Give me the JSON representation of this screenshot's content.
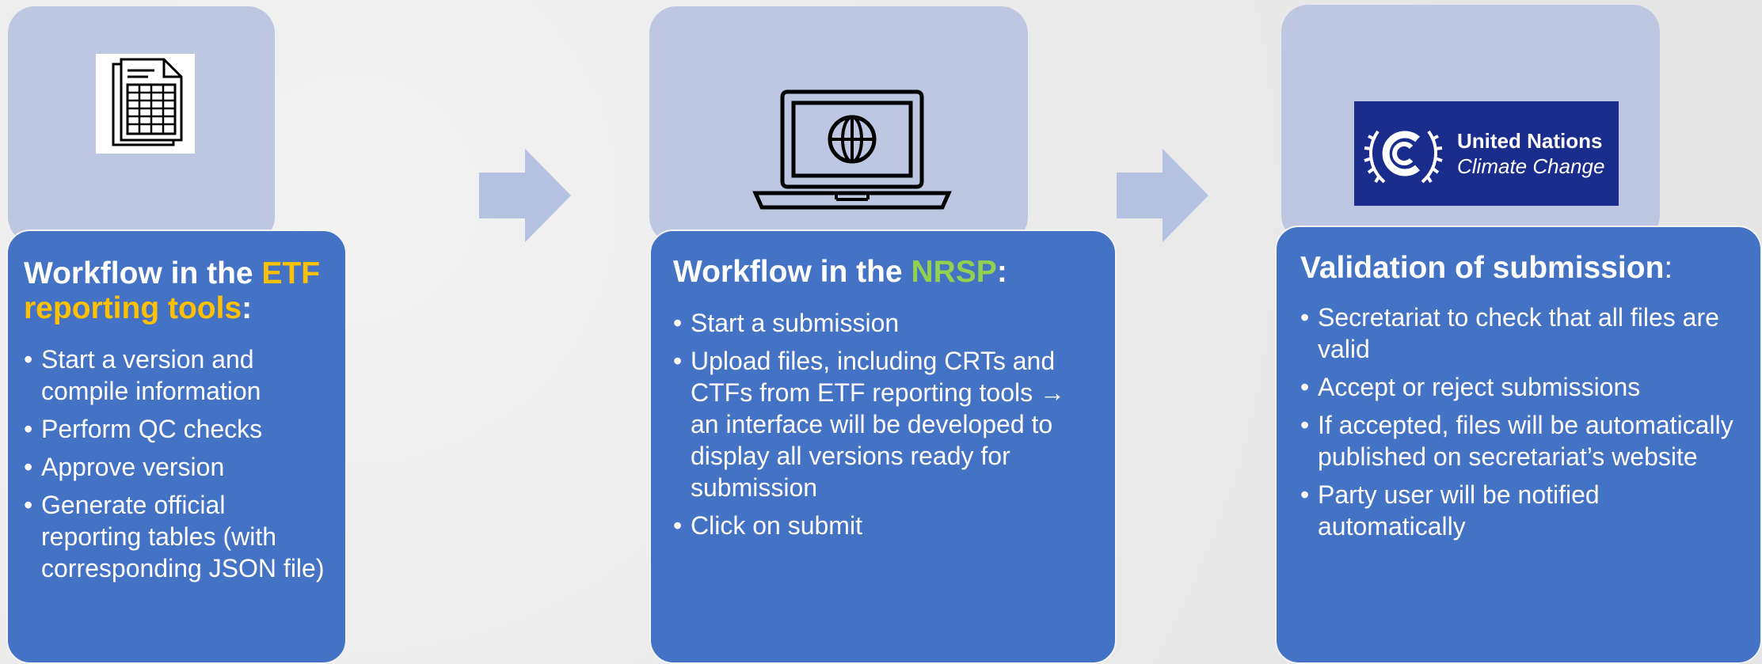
{
  "stage1": {
    "title_prefix": "Workflow in the ",
    "title_highlight": "ETF reporting tools",
    "title_suffix": ":",
    "highlight_color": "#ffc000",
    "icon": "spreadsheet-document-icon",
    "bullets": [
      "Start a version and compile information",
      "Perform QC checks",
      "Approve version",
      "Generate official reporting tables (with corresponding JSON file)"
    ]
  },
  "stage2": {
    "title_prefix": "Workflow in the ",
    "title_highlight": "NRSP",
    "title_suffix": ":",
    "highlight_color": "#92d050",
    "icon": "laptop-globe-icon",
    "bullets": [
      "Start a submission",
      "Upload files, including CRTs and CTFs from ETF reporting tools → an interface will be developed to display all versions ready for submission",
      "Click on submit"
    ]
  },
  "stage3": {
    "title_main": "Validation of submission",
    "title_suffix": ":",
    "icon": "un-emblem-icon",
    "logo": {
      "line1": "United Nations",
      "line2": "Climate Change",
      "background": "#1a2c8c"
    },
    "bullets": [
      "Secretariat to check that all files are valid",
      "Accept or reject submissions",
      "If accepted, files will be automatically published on secretariat’s website",
      "Party user will be notified automatically"
    ]
  },
  "colors": {
    "card_light": "#bdc7e2",
    "card_dark": "#4472c4",
    "arrow": "#b4c1e0"
  }
}
